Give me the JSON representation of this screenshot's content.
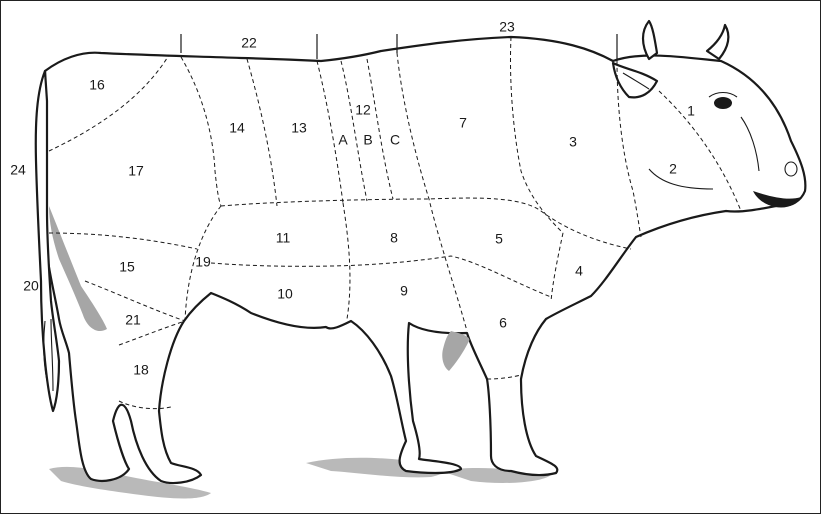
{
  "labels": {
    "l1": "1",
    "l2": "2",
    "l3": "3",
    "l4": "4",
    "l5": "5",
    "l6": "6",
    "l7": "7",
    "l8": "8",
    "l9": "9",
    "l10": "10",
    "l11": "11",
    "l12": "12",
    "l13": "13",
    "l14": "14",
    "l15": "15",
    "l16": "16",
    "l17": "17",
    "l18": "18",
    "l19": "19",
    "l20": "20",
    "l21": "21",
    "l22": "22",
    "l23": "23",
    "l24": "24",
    "lA": "A",
    "lB": "B",
    "lC": "C"
  }
}
